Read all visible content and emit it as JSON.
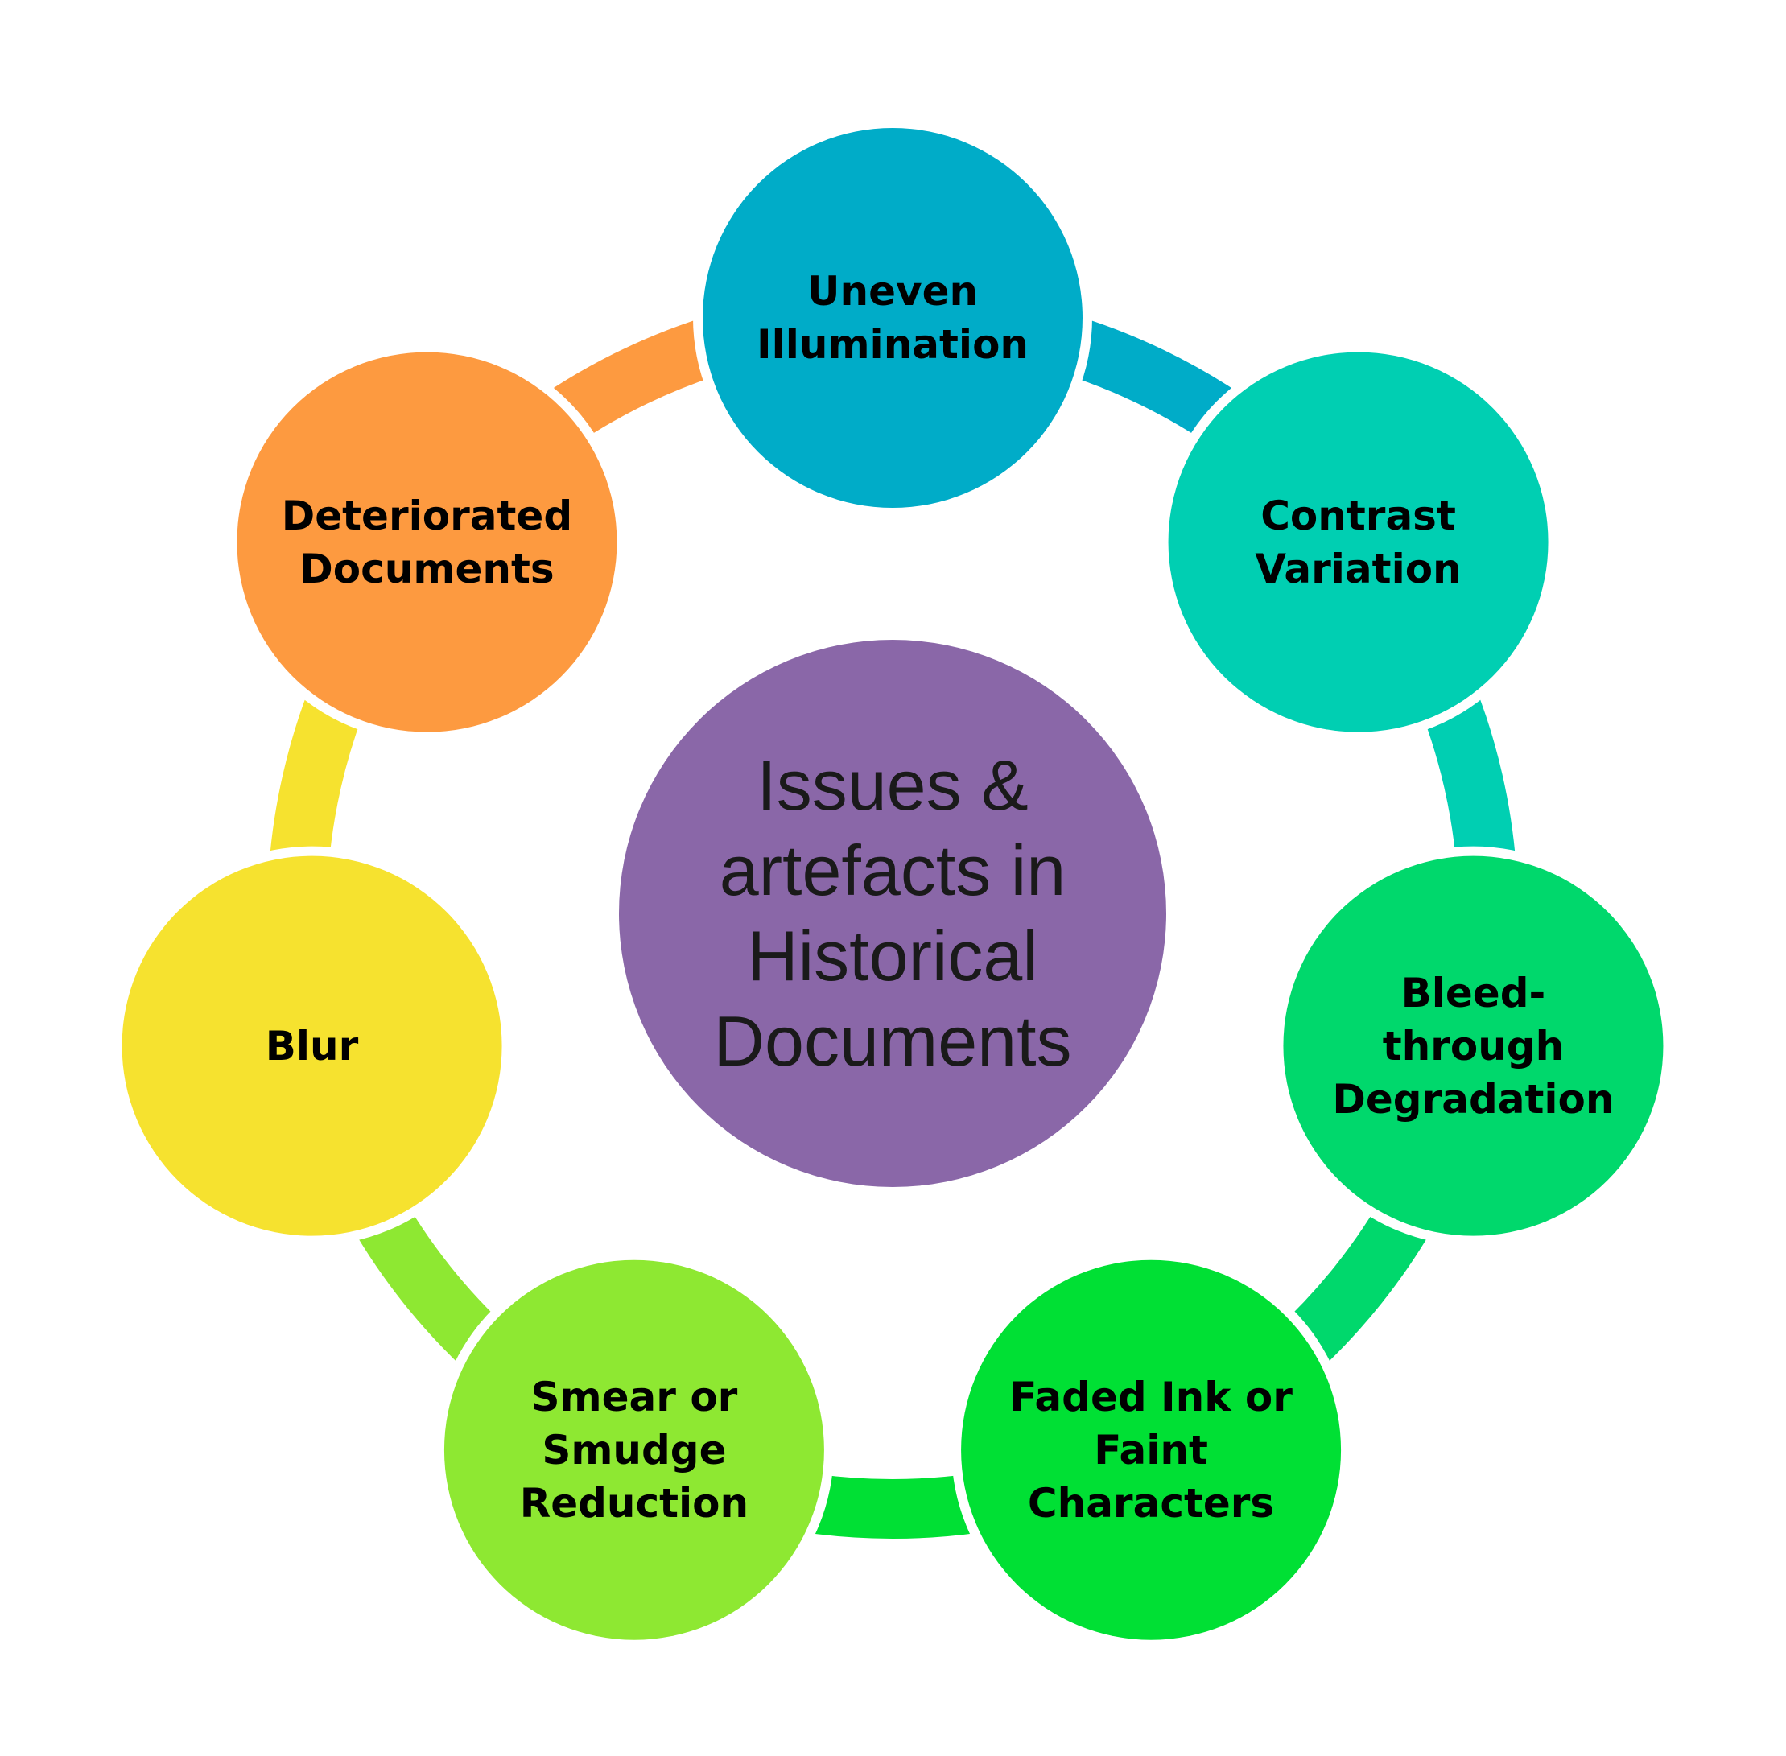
{
  "diagram": {
    "type": "cycle",
    "center": {
      "label": "Issues &\nartefacts in\nHistorical\nDocuments",
      "color": "#8a67a8"
    },
    "nodes": [
      {
        "id": "uneven-illumination",
        "label": "Uneven\nIllumination",
        "color": "#00acc8"
      },
      {
        "id": "contrast-variation",
        "label": "Contrast\nVariation",
        "color": "#00cfb2"
      },
      {
        "id": "bleed-through-degradation",
        "label": "Bleed-\nthrough\nDegradation",
        "color": "#00d86c"
      },
      {
        "id": "faded-ink",
        "label": "Faded Ink or\nFaint\nCharacters",
        "color": "#00e034"
      },
      {
        "id": "smear-smudge",
        "label": "Smear or\nSmudge\nReduction",
        "color": "#8ee832"
      },
      {
        "id": "blur",
        "label": "Blur",
        "color": "#f6e22f"
      },
      {
        "id": "deteriorated-documents",
        "label": "Deteriorated\nDocuments",
        "color": "#fd9a40"
      }
    ]
  }
}
